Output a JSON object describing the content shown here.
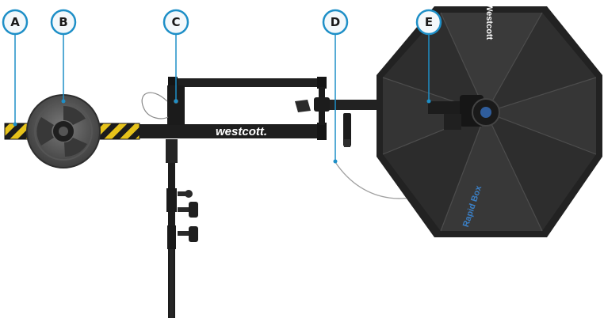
{
  "callouts": [
    {
      "id": "a",
      "label": "A"
    },
    {
      "id": "b",
      "label": "B"
    },
    {
      "id": "c",
      "label": "C"
    },
    {
      "id": "d",
      "label": "D"
    },
    {
      "id": "e",
      "label": "E"
    }
  ],
  "product": {
    "brand_mark": "westcott.",
    "softbox_print_top": "Westcott",
    "softbox_print_bottom": "Rapid Box"
  },
  "colors": {
    "callout_ring": "#1e8fc7",
    "callout_fill": "#f3f8fb",
    "callout_text": "#1a1a1a",
    "leader_line": "#1e8fc7",
    "hazard_yellow": "#e6c21a",
    "hazard_black": "#1c1c1c",
    "arm_black": "#1e1e1e",
    "softbox_dark": "#222222",
    "softbox_panel": "#3a3a3a",
    "brand_text": "#ffffff",
    "print_text": "#3b7fc4"
  }
}
